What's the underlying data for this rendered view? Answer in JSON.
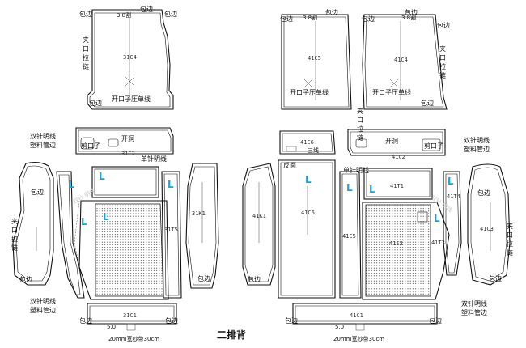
{
  "title": "二排背",
  "labels": {
    "baobian": "包边",
    "sanba_jiang": "3.8割",
    "jiakou_lalian": "夹口拉链",
    "kaikouzi": "开口子压单线",
    "kaidong": "开洞",
    "jiankouzi": "剪口子",
    "danzhen": "单针明线",
    "shuangzhen": "双针明线",
    "suliaoguan": "塑料管边",
    "L": "L",
    "width_30": "20mm宽纱带30cm",
    "wu_ling": "5.0",
    "fan_mian": "反面",
    "shuangzhen_mingxian_wm": "双针 明线",
    "sanluo": "三线"
  },
  "parts": {
    "c4_left": "31C4",
    "c2_left": "31C2",
    "c1_left": "31C1",
    "t5": "31T5",
    "k1": "31K1",
    "c5": "41C5",
    "c4_right": "41C4",
    "c6_top": "41C6",
    "c2_right": "41C2",
    "k1_right": "41K1",
    "c6": "41C6",
    "t1": "41T1",
    "t5_right": "41C5",
    "s2": "41S2",
    "t4": "41T4",
    "t3": "41T3",
    "c3": "41C3",
    "c1_right": "41C1"
  },
  "colors": {
    "line": "#111111",
    "accent_L": "#1aa3dd",
    "watermark": "#c9c9c9"
  }
}
